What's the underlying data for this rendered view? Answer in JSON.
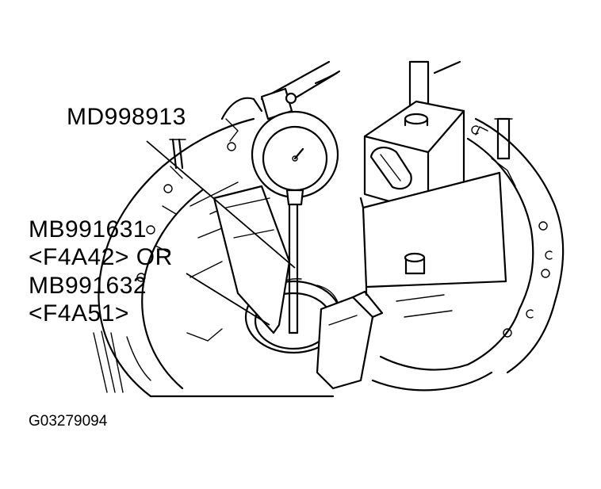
{
  "labels": {
    "dial_gauge": "MD998913",
    "tool_line1": "MB991631",
    "tool_line2": "<F4A42> OR",
    "tool_line3": "MB991632",
    "tool_line4": "<F4A51>",
    "figure_id": "G03279094"
  },
  "colors": {
    "line": "#000000",
    "background": "#ffffff"
  }
}
